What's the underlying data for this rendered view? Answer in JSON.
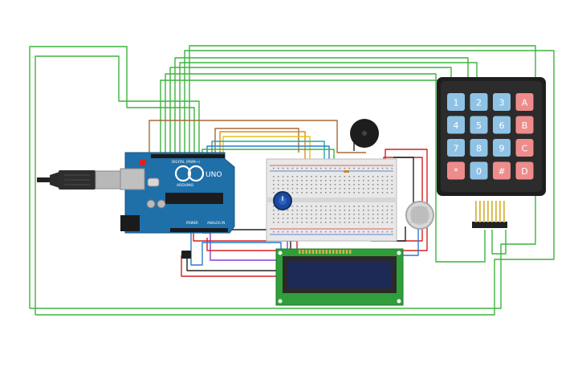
{
  "arduino": {
    "brand": "ARDUINO",
    "model": "UNO",
    "digital_label": "DIGITAL (PWM~)",
    "power_label": "POWER",
    "analog_label": "ANALOG IN",
    "color": "#1f6fa9"
  },
  "keypad": {
    "keys": [
      {
        "label": "1",
        "kind": "num"
      },
      {
        "label": "2",
        "kind": "num"
      },
      {
        "label": "3",
        "kind": "num"
      },
      {
        "label": "A",
        "kind": "func"
      },
      {
        "label": "4",
        "kind": "num"
      },
      {
        "label": "5",
        "kind": "num"
      },
      {
        "label": "6",
        "kind": "num"
      },
      {
        "label": "B",
        "kind": "func"
      },
      {
        "label": "7",
        "kind": "num"
      },
      {
        "label": "8",
        "kind": "num"
      },
      {
        "label": "9",
        "kind": "num"
      },
      {
        "label": "C",
        "kind": "func"
      },
      {
        "label": "*",
        "kind": "func"
      },
      {
        "label": "0",
        "kind": "num"
      },
      {
        "label": "#",
        "kind": "func"
      },
      {
        "label": "D",
        "kind": "func"
      }
    ],
    "num_color": "#8fc3e6",
    "func_color": "#ee8c8c"
  },
  "colors": {
    "wire_green": "#3cb43c",
    "wire_red": "#d62020",
    "wire_black": "#222222",
    "wire_brown": "#a66a3a",
    "wire_orange": "#e08a16",
    "wire_blue": "#2a7ad0",
    "wire_purple": "#8a3ed0",
    "lcd_screen": "#1c2a55",
    "lcd_board": "#2f9e3b"
  }
}
